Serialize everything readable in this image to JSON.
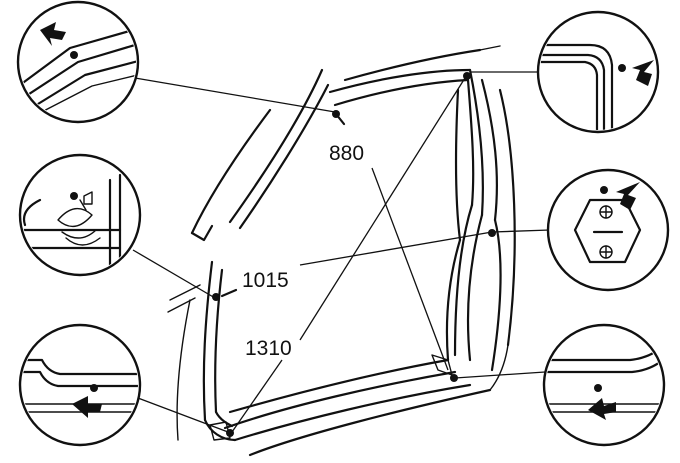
{
  "measurements": {
    "m880": "880",
    "m1015": "1015",
    "m1310": "1310"
  },
  "colors": {
    "line": "#111111",
    "background": "#ffffff"
  },
  "icons": [
    "arrow-icon",
    "clip-icon",
    "mounting-plate-icon"
  ]
}
